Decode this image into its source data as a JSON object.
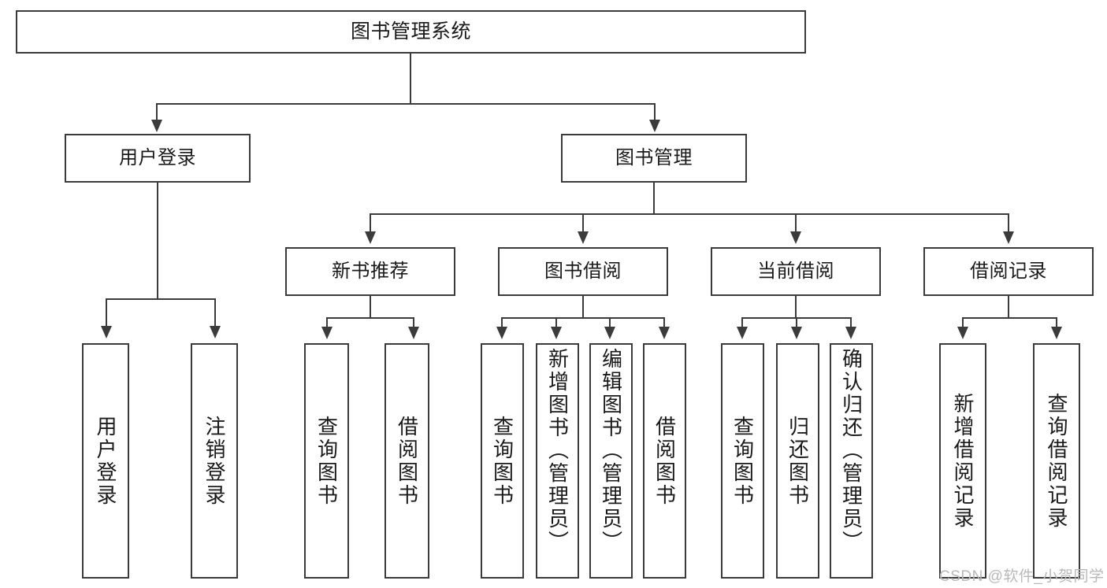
{
  "diagram": {
    "type": "tree-hierarchy",
    "title": "图书管理系统",
    "root": {
      "label": "图书管理系统"
    },
    "level1": [
      {
        "label": "用户登录"
      },
      {
        "label": "图书管理"
      }
    ],
    "level2": [
      {
        "label": "新书推荐",
        "parent": "图书管理"
      },
      {
        "label": "图书借阅",
        "parent": "图书管理"
      },
      {
        "label": "当前借阅",
        "parent": "图书管理"
      },
      {
        "label": "借阅记录",
        "parent": "图书管理"
      }
    ],
    "leaves": {
      "user_login": [
        {
          "label": "用户登录"
        },
        {
          "label": "注销登录"
        }
      ],
      "new_book_recommend": [
        {
          "label": "查询图书"
        },
        {
          "label": "借阅图书"
        }
      ],
      "book_borrow": [
        {
          "label": "查询图书"
        },
        {
          "label": "新增图书（管理员）"
        },
        {
          "label": "编辑图书（管理员）"
        },
        {
          "label": "借阅图书"
        }
      ],
      "current_borrow": [
        {
          "label": "查询图书"
        },
        {
          "label": "归还图书"
        },
        {
          "label": "确认归还（管理员）"
        }
      ],
      "borrow_record": [
        {
          "label": "新增借阅记录"
        },
        {
          "label": "查询借阅记录"
        }
      ]
    }
  },
  "watermark": {
    "text": "CSDN @软件_小贺同学"
  },
  "colors": {
    "stroke": "#3b3b3b",
    "background": "#ffffff",
    "text": "#1a1a1a",
    "watermark": "#b9b9b9"
  }
}
